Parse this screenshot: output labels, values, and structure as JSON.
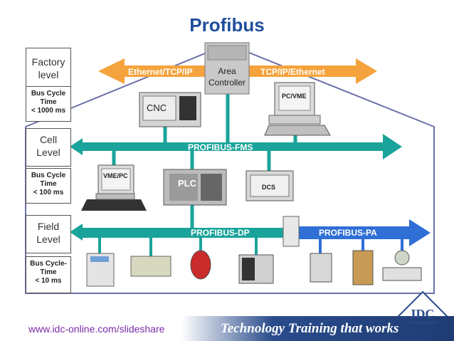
{
  "title": "Profibus",
  "levels": [
    {
      "name_line1": "Factory",
      "name_line2": "level",
      "cycle_line1": "Bus Cycle",
      "cycle_line2": "Time",
      "cycle_line3": "< 1000 ms"
    },
    {
      "name_line1": "Cell",
      "name_line2": "Level",
      "cycle_line1": "Bus Cycle",
      "cycle_line2": "Time",
      "cycle_line3": "< 100 ms"
    },
    {
      "name_line1": "Field",
      "name_line2": "Level",
      "cycle_line1": "Bus Cycle-",
      "cycle_line2": "Time",
      "cycle_line3": "< 10 ms"
    }
  ],
  "buses": {
    "ethernet_left": "Ethernet/TCP/IP",
    "ethernet_right": "TCP/IP/Ethernet",
    "fms": "PROFIBUS-FMS",
    "dp": "PROFIBUS-DP",
    "pa": "PROFIBUS-PA"
  },
  "devices": {
    "area_controller_line1": "Area",
    "area_controller_line2": "Controller",
    "cnc": "CNC",
    "pc_vme": "PC/VME",
    "vme_pc": "VME/PC",
    "plc": "PLC",
    "dcs": "DCS"
  },
  "colors": {
    "title": "#1f4e9c",
    "ethernet_arrow": "#f5a33c",
    "fms_arrow": "#1aa39a",
    "dp_arrow": "#1aa39a",
    "pa_arrow": "#2f6fd6",
    "house_outline": "#6b6fa8",
    "footer_url": "#7a2aa8"
  },
  "footer": {
    "url": "www.idc-online.com/slideshare",
    "slogan": "Technology Training that works",
    "logo_text": "IDC",
    "logo_subtext": "TECHNOLOGIES"
  }
}
